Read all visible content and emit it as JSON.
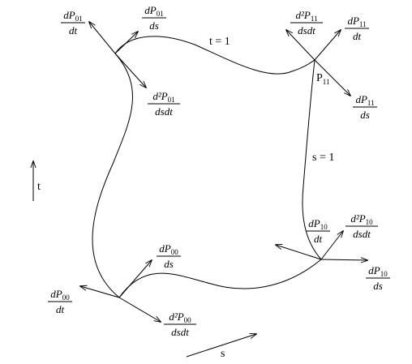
{
  "diagram": {
    "edge_labels": {
      "t_top": "t = 1",
      "s_right": "s = 1"
    },
    "point_label": {
      "base": "P",
      "sub": "11"
    },
    "axis_labels": {
      "t": "t",
      "s": "s"
    },
    "fractions": [
      {
        "id": "dP01dt",
        "num_prefix": "dP",
        "num_sub": "01",
        "den": "dt"
      },
      {
        "id": "dP01ds",
        "num_prefix": "dP",
        "num_sub": "01",
        "den": "ds"
      },
      {
        "id": "d2P01dsdt",
        "num_prefix": "d²P",
        "num_sub": "01",
        "den": "dsdt"
      },
      {
        "id": "d2P11dsdt",
        "num_prefix": "d²P",
        "num_sub": "11",
        "den": "dsdt"
      },
      {
        "id": "dP11dt",
        "num_prefix": "dP",
        "num_sub": "11",
        "den": "dt"
      },
      {
        "id": "dP11ds",
        "num_prefix": "dP",
        "num_sub": "11",
        "den": "ds"
      },
      {
        "id": "dP10dt",
        "num_prefix": "dP",
        "num_sub": "10",
        "den": "dt"
      },
      {
        "id": "d2P10dsdt",
        "num_prefix": "d²P",
        "num_sub": "10",
        "den": "dsdt"
      },
      {
        "id": "dP10ds",
        "num_prefix": "dP",
        "num_sub": "10",
        "den": "ds"
      },
      {
        "id": "dP00ds",
        "num_prefix": "dP",
        "num_sub": "00",
        "den": "ds"
      },
      {
        "id": "dP00dt",
        "num_prefix": "dP",
        "num_sub": "00",
        "den": "dt"
      },
      {
        "id": "d2P00dsdt",
        "num_prefix": "d²P",
        "num_sub": "00",
        "den": "dsdt"
      }
    ]
  }
}
